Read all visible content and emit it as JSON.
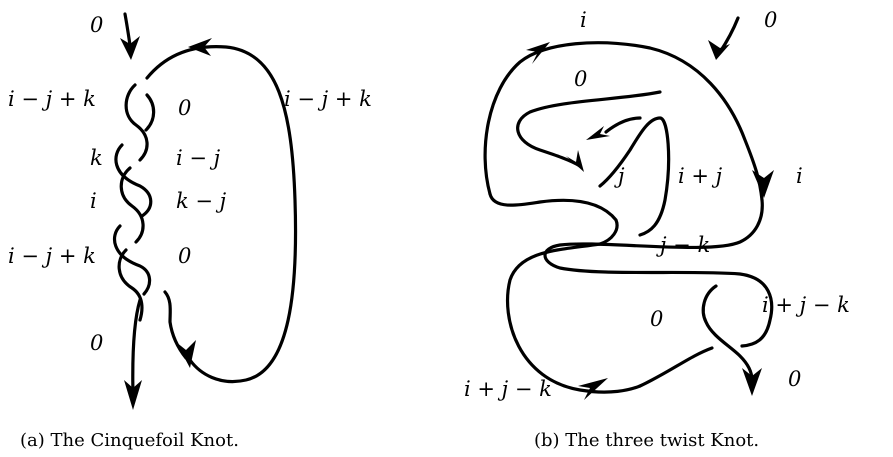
{
  "figure_a": {
    "caption": "(a) The Cinquefoil Knot.",
    "labels": {
      "top_in": "0",
      "left_upper": "i − j + k",
      "right_arc": "i − j + k",
      "crossing_1_right": "0",
      "left_k": "k",
      "crossing_2_right": "i − j",
      "left_i": "i",
      "crossing_3_right": "k − j",
      "left_lower": "i − j + k",
      "crossing_4_right": "0",
      "bottom_out": "0"
    }
  },
  "figure_b": {
    "caption": "(b) The three twist Knot.",
    "labels": {
      "top_i": "i",
      "top_in": "0",
      "inner_0": "0",
      "center_j": "j",
      "middle_ipj": "i + j",
      "right_i": "i",
      "j_minus_k": "j − k",
      "right_ipjmk": "i + j − k",
      "lower_0": "0",
      "bottom_right_0": "0",
      "bottom_ipjmk": "i + j − k"
    }
  }
}
